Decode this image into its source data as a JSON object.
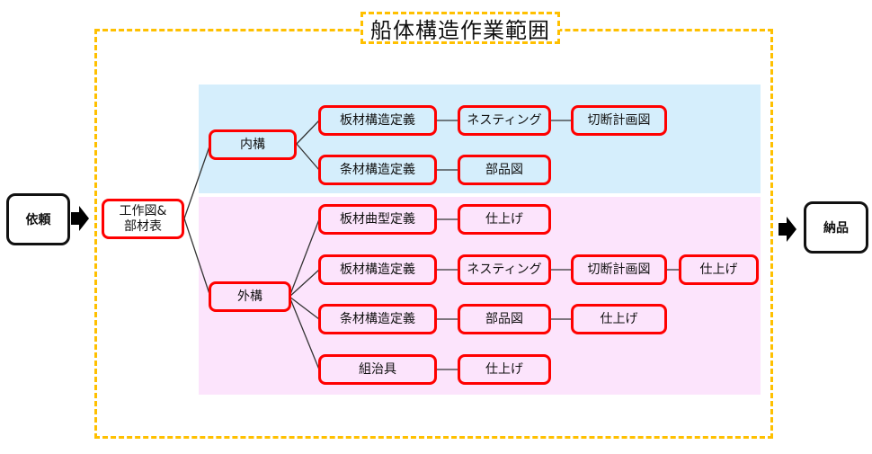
{
  "scope": {
    "title": "船体構造作業範囲",
    "border_color": "#FFC000"
  },
  "start": {
    "label": "依頼"
  },
  "end": {
    "label": "納品"
  },
  "root": {
    "label_line1": "工作図&",
    "label_line2": "部材表"
  },
  "inner": {
    "label": "内構",
    "panel_color": "#D5EEFC",
    "rows": [
      {
        "steps": [
          "板材構造定義",
          "ネスティング",
          "切断計画図"
        ]
      },
      {
        "steps": [
          "条材構造定義",
          "部品図"
        ]
      }
    ]
  },
  "outer": {
    "label": "外構",
    "panel_color": "#FCE4FC",
    "rows": [
      {
        "steps": [
          "板材曲型定義",
          "仕上げ"
        ]
      },
      {
        "steps": [
          "板材構造定義",
          "ネスティング",
          "切断計画図",
          "仕上げ"
        ]
      },
      {
        "steps": [
          "条材構造定義",
          "部品図",
          "仕上げ"
        ]
      },
      {
        "steps": [
          "組治具",
          "仕上げ"
        ]
      }
    ]
  },
  "colors": {
    "node_border": "#FF0000",
    "terminal_border": "#111111"
  }
}
